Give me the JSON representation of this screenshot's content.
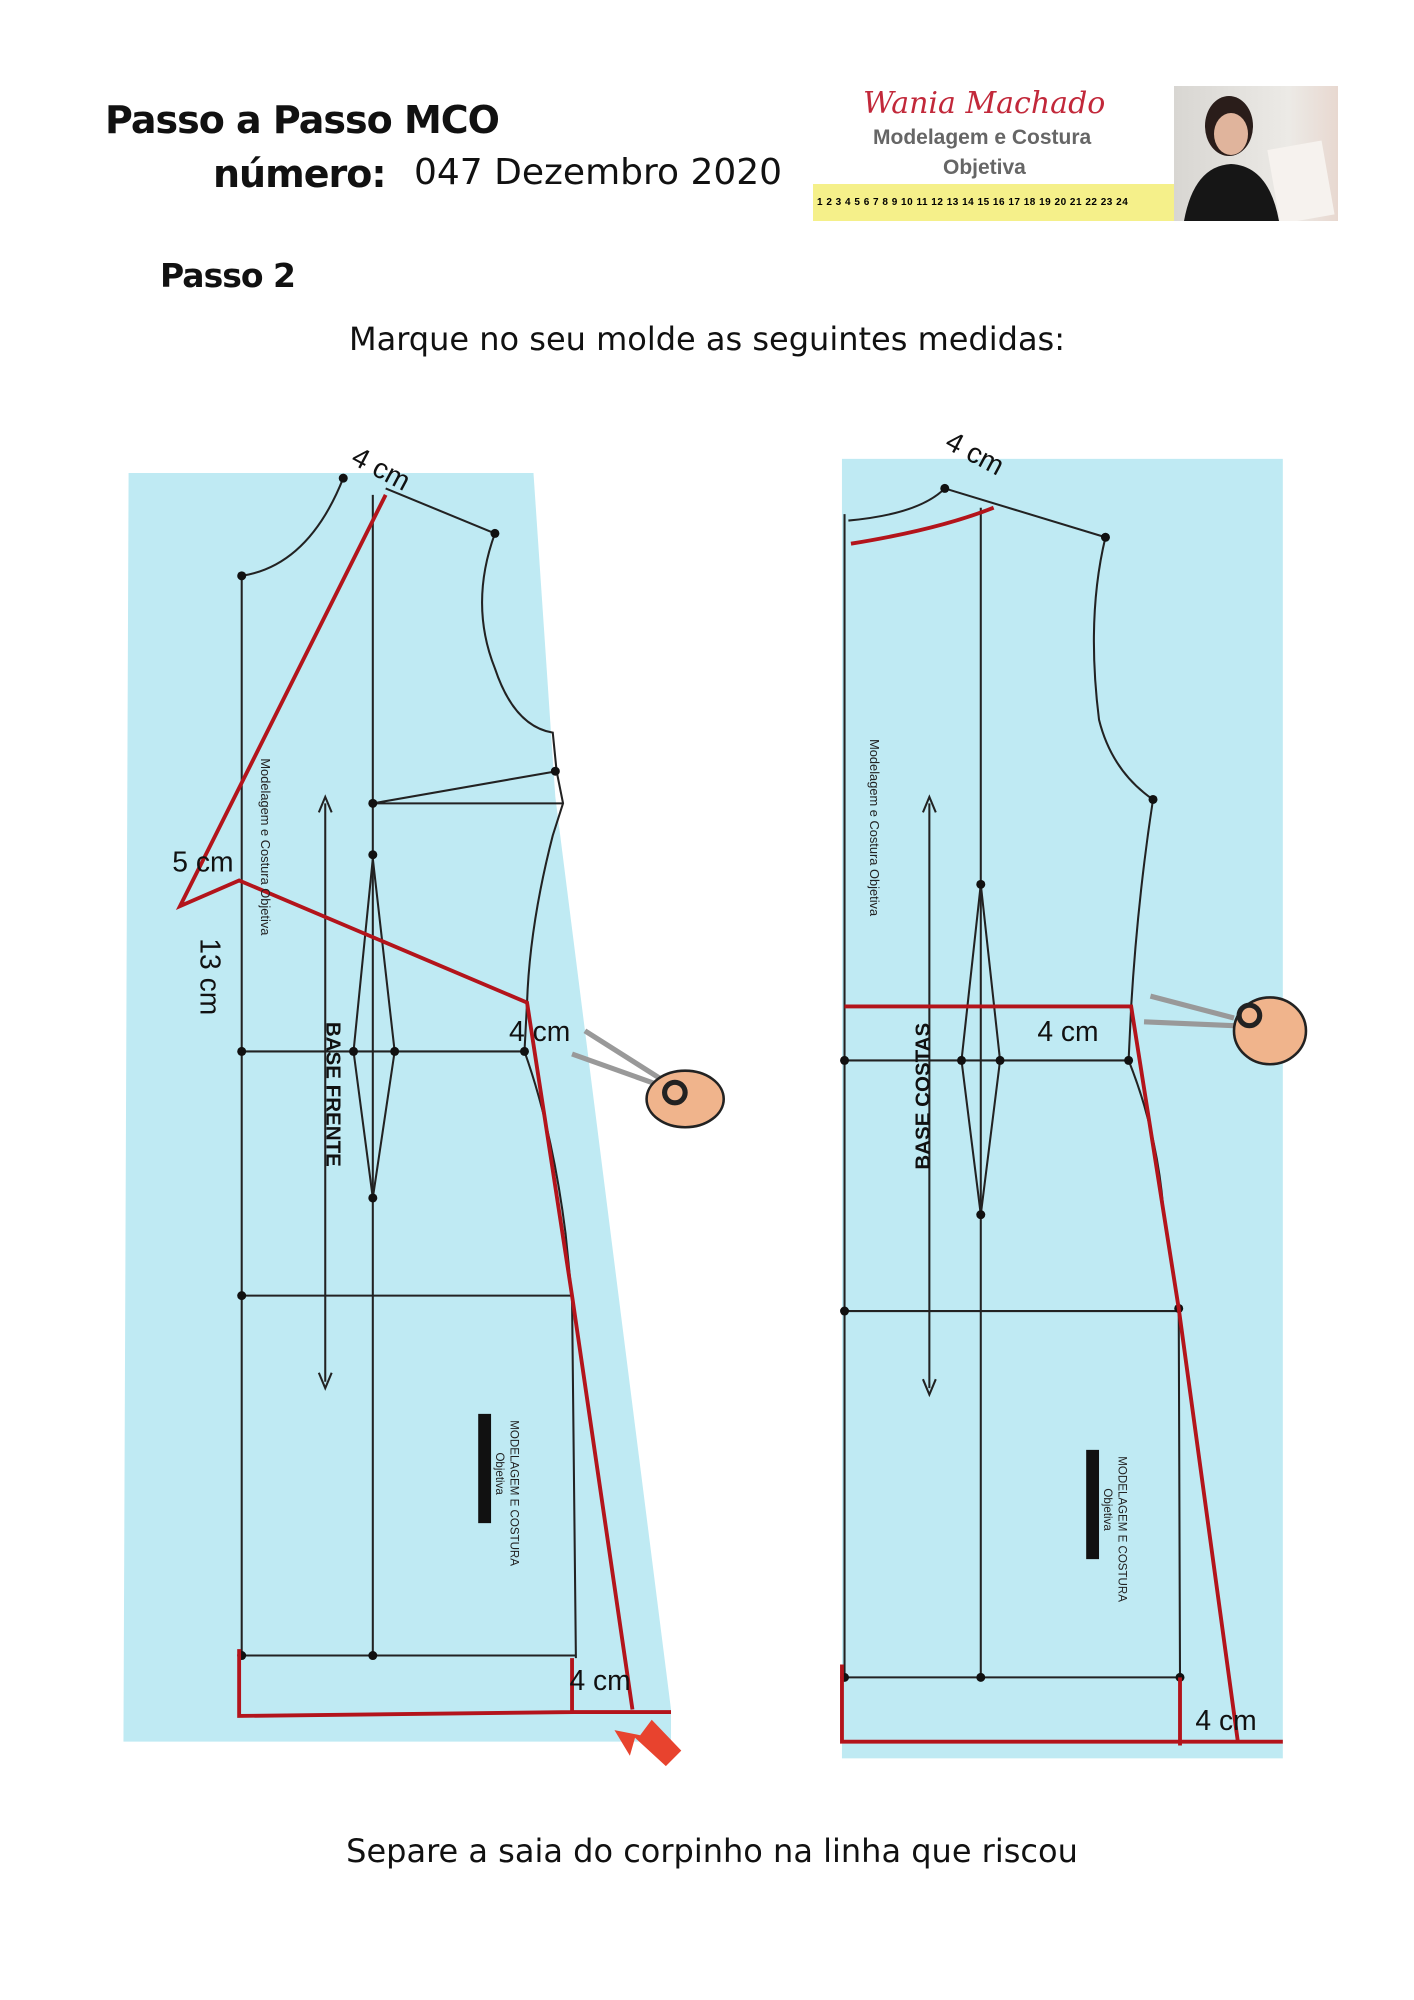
{
  "header": {
    "title": "Passo a Passo MCO",
    "number_label": "número:",
    "number_value": "047 Dezembro  2020"
  },
  "logo": {
    "script_name": "Wania Machado",
    "line1": "Modelagem e Costura",
    "line2": "Objetiva",
    "ruler": "1 2 3 4 5 6 7 8 9 10 11 12 13 14 15 16 17 18 19 20 21 22 23 24"
  },
  "step": {
    "title": "Passo 2",
    "instruction": "Marque no seu molde as seguintes medidas:",
    "footer": "Separe a saia do corpinho na linha que riscou"
  },
  "front": {
    "label": "BASE  FRENTE",
    "watermark": "Modelagem e Costura Objetiva",
    "stamp1": "MODELAGEM E COSTURA",
    "stamp2": "Objetiva",
    "m_shoulder": "4 cm",
    "m_side": "5 cm",
    "m_drop": "13 cm",
    "m_waist": "4 cm",
    "m_hem": "4 cm"
  },
  "back": {
    "label": "BASE  COSTAS",
    "watermark": "Modelagem e Costura Objetiva",
    "stamp1": "MODELAGEM E COSTURA",
    "stamp2": "Objetiva",
    "m_neck": "4 cm",
    "m_waist": "4 cm",
    "m_hem": "4 cm"
  },
  "colors": {
    "paper": "#bfeaf3",
    "mark": "#b3141b",
    "arrow": "#e8432e"
  }
}
